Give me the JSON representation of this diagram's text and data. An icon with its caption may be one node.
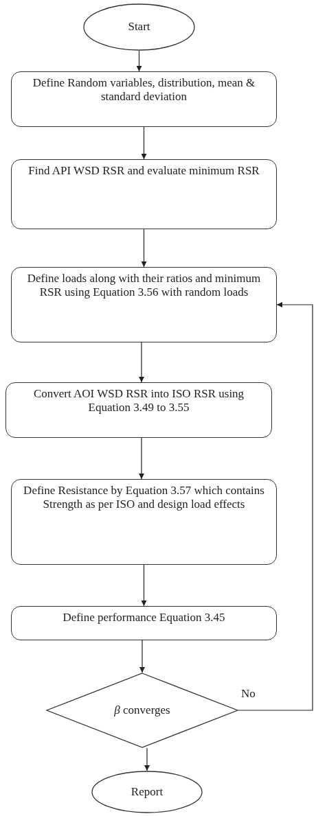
{
  "diagram": {
    "nodes": [
      {
        "text": [
          "Start"
        ]
      },
      {
        "text": [
          "Define Random variables, distribution, mean & standard deviation"
        ]
      },
      {
        "text": [
          "Find API WSD RSR and evaluate minimum RSR"
        ]
      },
      {
        "text": [
          "Define loads along with their ratios and minimum RSR using Equation 3.56 with random loads"
        ]
      },
      {
        "text": [
          "Convert AOI WSD RSR into ISO RSR using Equation 3.49 to 3.55"
        ]
      },
      {
        "text": [
          "Define Resistance by Equation 3.57 which contains Strength as per ISO and design load effects"
        ]
      },
      {
        "text": [
          "Define performance Equation 3.45"
        ]
      },
      {
        "text": [
          "*β* converges"
        ]
      },
      {
        "text": [
          "Report"
        ]
      }
    ],
    "edges": [
      {
        "from": 0,
        "to": 1,
        "arrow": "to"
      },
      {
        "from": 1,
        "to": 2,
        "arrow": "to"
      },
      {
        "from": 2,
        "to": 3,
        "arrow": "to"
      },
      {
        "from": 3,
        "to": 4,
        "arrow": "to"
      },
      {
        "from": 4,
        "to": 5,
        "arrow": "to"
      },
      {
        "from": 5,
        "to": 6,
        "arrow": "to"
      },
      {
        "from": 6,
        "to": 7,
        "arrow": "to"
      },
      {
        "from": 7,
        "to": 8,
        "arrow": "to"
      },
      {
        "from": 7,
        "to": 3,
        "arrow": "to",
        "label": "No"
      }
    ]
  }
}
